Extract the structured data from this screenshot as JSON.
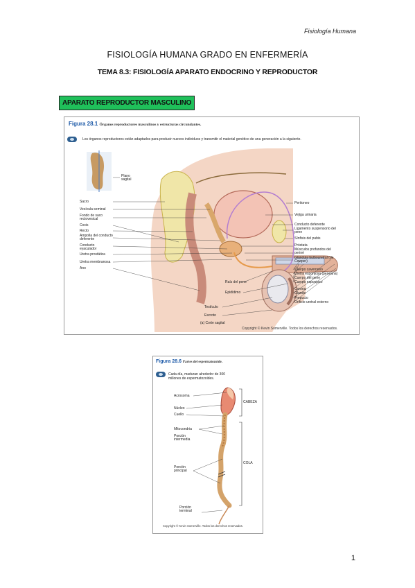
{
  "header": {
    "running_title": "Fisiología Humana"
  },
  "title": "FISIOLOGÍA HUMANA GRADO EN ENFERMERÍA",
  "subtitle": "TEMA 8.3: FISIOLOGÍA APARATO ENDOCRINO Y REPRODUCTOR",
  "section": {
    "label": "APARATO REPRODUCTOR MASCULINO",
    "highlight_color": "#1fc05a"
  },
  "figure1": {
    "number": "Figura 28.1",
    "title": "Órganos reproductores masculinos y estructuras circundantes.",
    "intro": "Los órganos reproductores están adaptados para producir nuevos individuos y transmitir el material genético de una generación a la siguiente.",
    "labels_left": [
      "Plano sagital",
      "Sacro",
      "Vesícula seminal",
      "Fondo de saco rectovesical",
      "Coxis",
      "Recto",
      "Ampolla del conducto deferente",
      "Conducto eyaculador",
      "Uretra prostática",
      "Uretra membranosa",
      "Ano"
    ],
    "labels_right": [
      "Peritoneo",
      "Vejiga urinaria",
      "Conducto deferente",
      "Ligamento suspensorio del pene",
      "Sínfisis del pubis",
      "Próstata",
      "Músculos profundos del periné",
      "Glándula bulbouretral (de Cowper)",
      "Cuerpo cavernoso",
      "Uretra esponjosa (peneana)",
      "Cuerpo del pene",
      "Cuerpo esponjoso",
      "Corona",
      "Glande",
      "Prepucio",
      "Orificio uretral externo"
    ],
    "labels_bottom": [
      "Raíz del pene",
      "Epidídimo",
      "Testículo",
      "Escroto"
    ],
    "caption": "(a) Corte sagital",
    "copyright": "Copyright © Kevin Somerville. Todos los derechos reservados."
  },
  "figure2": {
    "number": "Figura 28.6",
    "title": "Partes del espermatozoide.",
    "intro": "Cada día, maduran alrededor de 300 millones de espermatozoides.",
    "labels": [
      "Acrosoma",
      "Núcleo",
      "Cuello",
      "Mitocondria",
      "Porción intermedia",
      "Porción principal",
      "Porción terminal"
    ],
    "groups": [
      "CABEZA",
      "COLA"
    ],
    "copyright": "Copyright © Kevin Somerville. Todos los derechos reservados."
  },
  "page_number": "1"
}
